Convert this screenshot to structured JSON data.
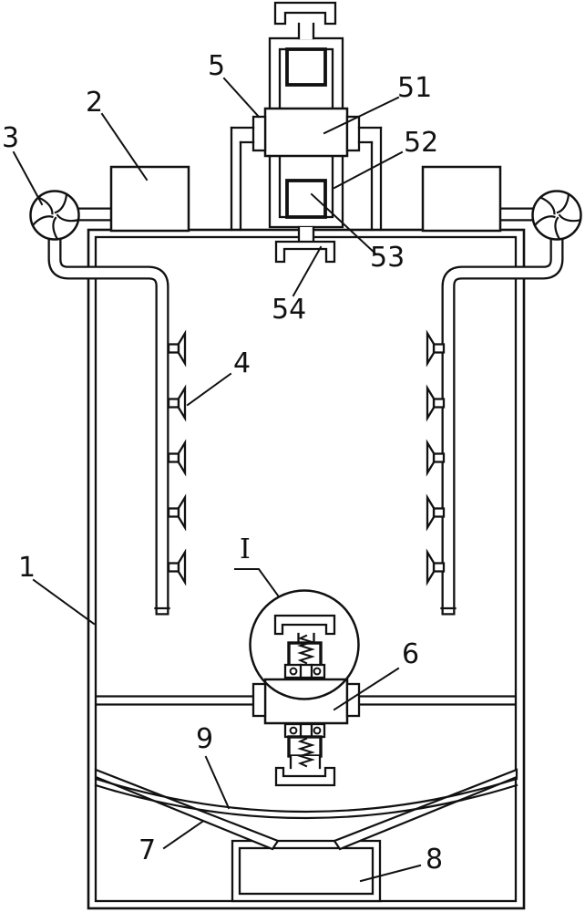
{
  "figure": {
    "kind": "patent-style technical line drawing of a reactor vessel",
    "background_color": "#ffffff",
    "line_color": "#111111",
    "labels": [
      {
        "id": "1",
        "text": "1"
      },
      {
        "id": "2",
        "text": "2"
      },
      {
        "id": "3",
        "text": "3"
      },
      {
        "id": "4",
        "text": "4"
      },
      {
        "id": "5",
        "text": "5"
      },
      {
        "id": "51",
        "text": "51"
      },
      {
        "id": "52",
        "text": "52"
      },
      {
        "id": "53",
        "text": "53"
      },
      {
        "id": "54",
        "text": "54"
      },
      {
        "id": "I",
        "text": "I"
      },
      {
        "id": "6",
        "text": "6"
      },
      {
        "id": "9",
        "text": "9"
      },
      {
        "id": "7",
        "text": "7"
      },
      {
        "id": "8",
        "text": "8"
      }
    ]
  }
}
